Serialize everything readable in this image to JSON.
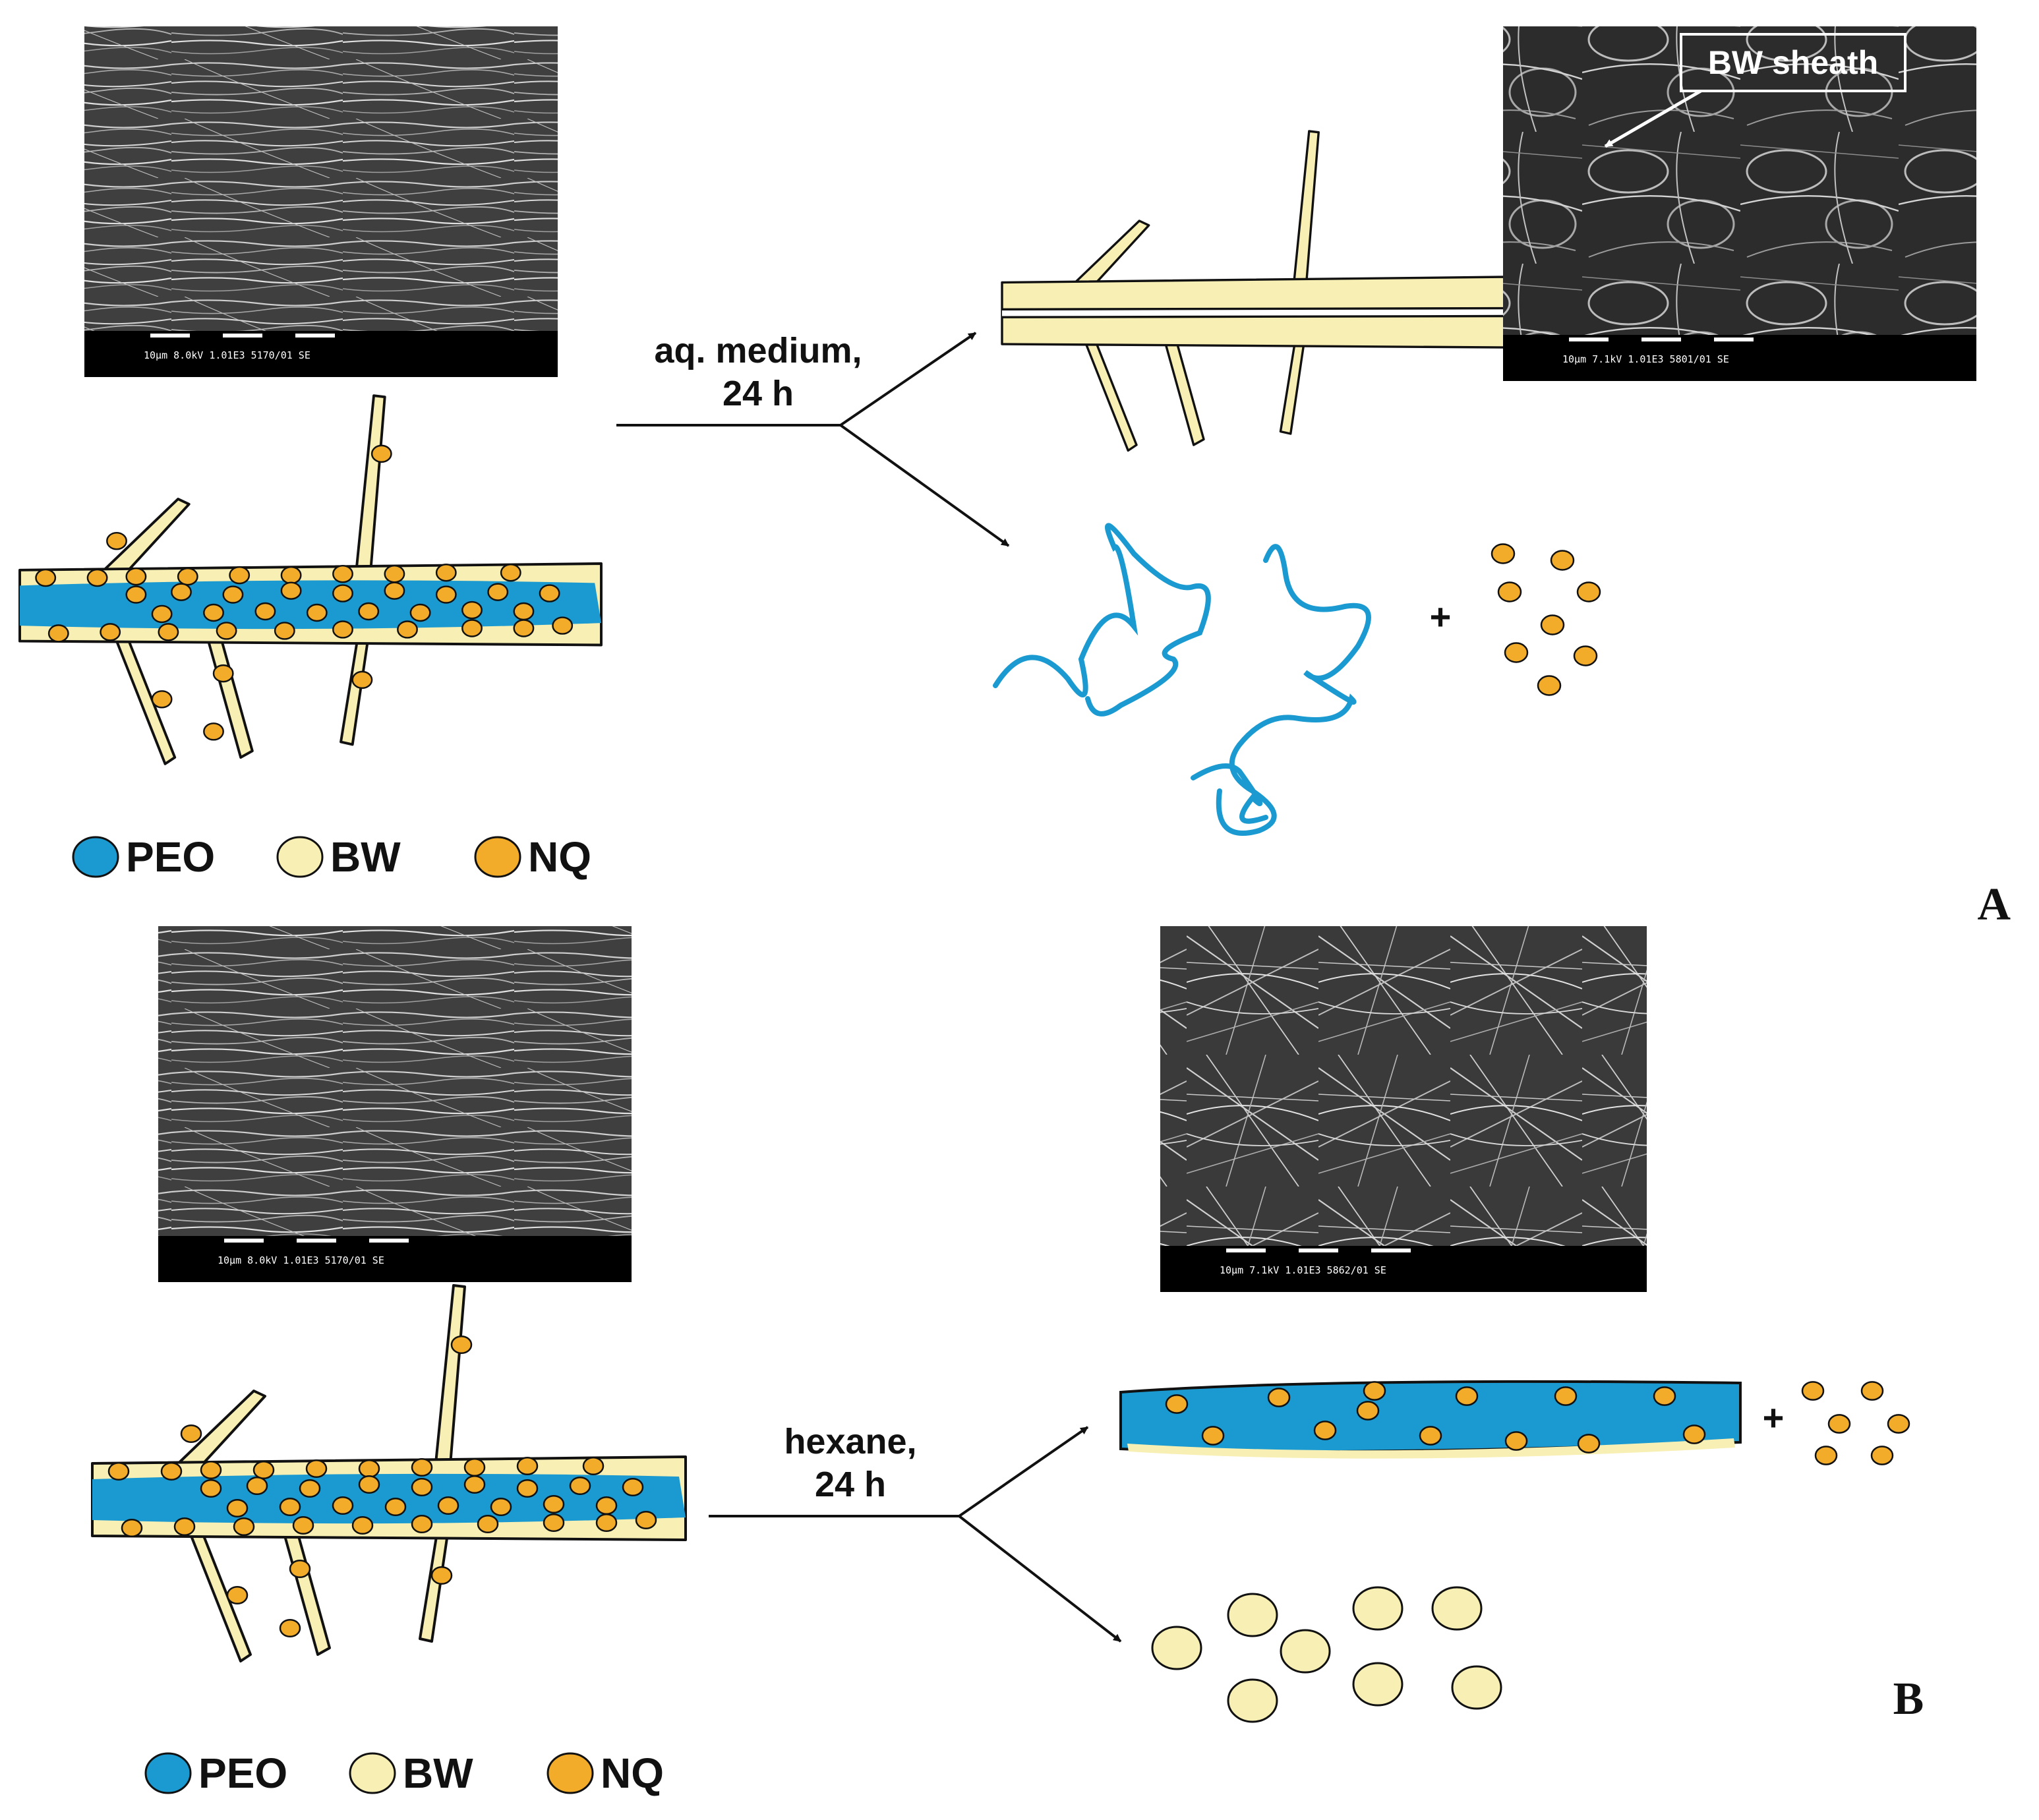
{
  "colors": {
    "peo": "#1a9ad0",
    "bw": "#f7efb3",
    "nq": "#f2ac2a",
    "outline": "#111111",
    "sem_bg": "#4a4a4a",
    "sem_bar": "#000000"
  },
  "panels": {
    "a": "A",
    "b": "B"
  },
  "sem": {
    "a_start": "10µm  8.0kV  1.01E3  5170/01  SE",
    "a_end": "10µm  7.1kV  1.01E3  5801/01  SE",
    "b_start": "10µm  8.0kV  1.01E3  5170/01  SE",
    "b_end": "10µm  7.1kV  1.01E3  5862/01  SE",
    "sheath_callout": "BW sheath"
  },
  "arrows": {
    "a_condition": [
      "aq. medium,",
      "24 h"
    ],
    "b_condition": [
      "hexane,",
      "24 h"
    ],
    "plus": "+"
  },
  "legend": {
    "peo": "PEO",
    "bw": "BW",
    "nq": "NQ"
  }
}
